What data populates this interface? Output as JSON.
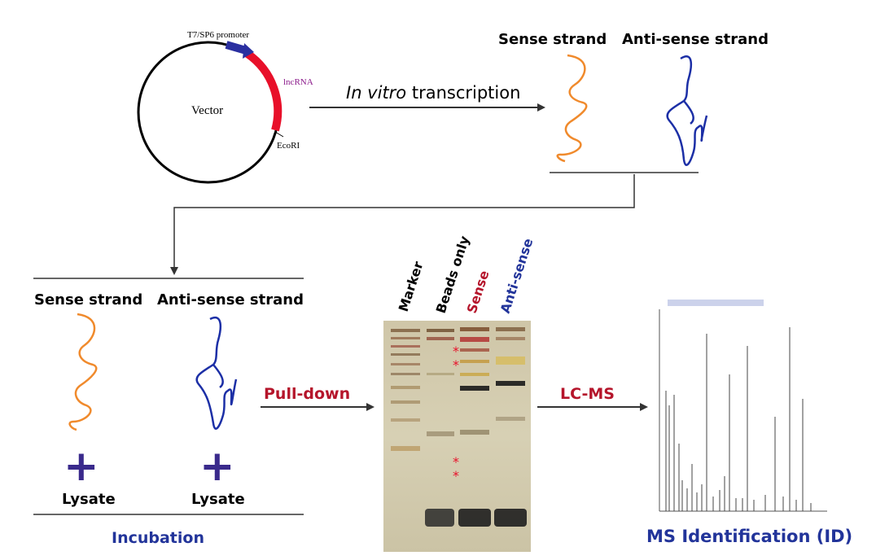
{
  "vector": {
    "label": "Vector",
    "promoter_label": "T7/SP6 promoter",
    "insert_label": "lncRNA",
    "site_label": "EcoRI"
  },
  "transcription": {
    "label_italic": "In vitro",
    "label_rest": " transcription"
  },
  "top_strands": {
    "sense_label": "Sense strand",
    "antisense_label": "Anti-sense strand"
  },
  "incubation": {
    "sense_label": "Sense strand",
    "antisense_label": "Anti-sense strand",
    "lysate_left": "Lysate",
    "lysate_right": "Lysate",
    "plus_symbol": "+",
    "title": "Incubation"
  },
  "pulldown": {
    "label": "Pull-down"
  },
  "gel": {
    "lanes": [
      "Marker",
      "Beads only",
      "Sense",
      "Anti-sense"
    ],
    "marker_symbol": "*"
  },
  "lcms": {
    "label": "LC-MS"
  },
  "ms": {
    "title": "MS Identification (ID)"
  },
  "colors": {
    "sense": "#f08a2c",
    "antisense": "#1c2fa6",
    "lncrna": "#e8102a",
    "promoter": "#2a2fa0",
    "red_label": "#b5152b",
    "blue_title": "#22349a",
    "plus": "#3a2a8c"
  }
}
